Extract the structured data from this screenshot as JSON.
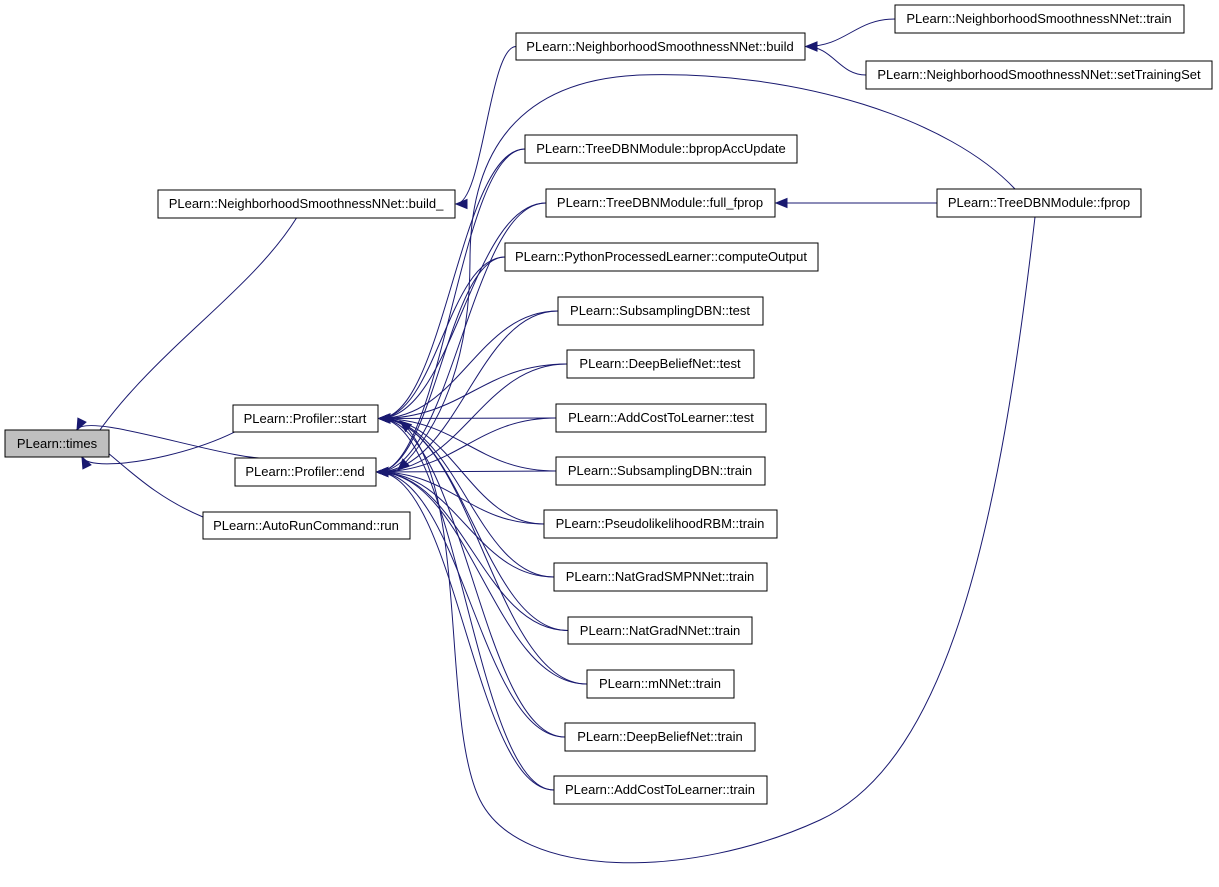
{
  "diagram": {
    "type": "call-graph",
    "nodes": [
      {
        "id": "times",
        "label": "PLearn::times",
        "focus": true
      },
      {
        "id": "build_",
        "label": "PLearn::NeighborhoodSmoothnessNNet::build_"
      },
      {
        "id": "pstart",
        "label": "PLearn::Profiler::start"
      },
      {
        "id": "pend",
        "label": "PLearn::Profiler::end"
      },
      {
        "id": "autorun",
        "label": "PLearn::AutoRunCommand::run"
      },
      {
        "id": "build",
        "label": "PLearn::NeighborhoodSmoothnessNNet::build"
      },
      {
        "id": "nsn_train",
        "label": "PLearn::NeighborhoodSmoothnessNNet::train"
      },
      {
        "id": "nsn_setts",
        "label": "PLearn::NeighborhoodSmoothnessNNet::setTrainingSet"
      },
      {
        "id": "tdbn_bprop",
        "label": "PLearn::TreeDBNModule::bpropAccUpdate"
      },
      {
        "id": "tdbn_full",
        "label": "PLearn::TreeDBNModule::full_fprop"
      },
      {
        "id": "tdbn_fprop",
        "label": "PLearn::TreeDBNModule::fprop"
      },
      {
        "id": "ppl_co",
        "label": "PLearn::PythonProcessedLearner::computeOutput"
      },
      {
        "id": "sdbn_test",
        "label": "PLearn::SubsamplingDBN::test"
      },
      {
        "id": "dbn_test",
        "label": "PLearn::DeepBeliefNet::test"
      },
      {
        "id": "actl_test",
        "label": "PLearn::AddCostToLearner::test"
      },
      {
        "id": "sdbn_train",
        "label": "PLearn::SubsamplingDBN::train"
      },
      {
        "id": "prbm_train",
        "label": "PLearn::PseudolikelihoodRBM::train"
      },
      {
        "id": "ngsmp_train",
        "label": "PLearn::NatGradSMPNNet::train"
      },
      {
        "id": "ngn_train",
        "label": "PLearn::NatGradNNet::train"
      },
      {
        "id": "mnnet_train",
        "label": "PLearn::mNNet::train"
      },
      {
        "id": "dbn_train",
        "label": "PLearn::DeepBeliefNet::train"
      },
      {
        "id": "actl_train",
        "label": "PLearn::AddCostToLearner::train"
      }
    ],
    "edges": [
      {
        "from": "build_",
        "to": "times"
      },
      {
        "from": "pstart",
        "to": "times"
      },
      {
        "from": "pend",
        "to": "times"
      },
      {
        "from": "autorun",
        "to": "times"
      },
      {
        "from": "build",
        "to": "build_"
      },
      {
        "from": "nsn_train",
        "to": "build"
      },
      {
        "from": "nsn_setts",
        "to": "build"
      },
      {
        "from": "tdbn_bprop",
        "to": "pstart"
      },
      {
        "from": "tdbn_full",
        "to": "pstart"
      },
      {
        "from": "tdbn_fprop",
        "to": "pstart"
      },
      {
        "from": "ppl_co",
        "to": "pstart"
      },
      {
        "from": "sdbn_test",
        "to": "pstart"
      },
      {
        "from": "dbn_test",
        "to": "pstart"
      },
      {
        "from": "actl_test",
        "to": "pstart"
      },
      {
        "from": "sdbn_train",
        "to": "pstart"
      },
      {
        "from": "prbm_train",
        "to": "pstart"
      },
      {
        "from": "ngsmp_train",
        "to": "pstart"
      },
      {
        "from": "ngn_train",
        "to": "pstart"
      },
      {
        "from": "mnnet_train",
        "to": "pstart"
      },
      {
        "from": "dbn_train",
        "to": "pstart"
      },
      {
        "from": "actl_train",
        "to": "pstart"
      },
      {
        "from": "tdbn_bprop",
        "to": "pend"
      },
      {
        "from": "tdbn_full",
        "to": "pend"
      },
      {
        "from": "tdbn_fprop",
        "to": "pend"
      },
      {
        "from": "ppl_co",
        "to": "pend"
      },
      {
        "from": "sdbn_test",
        "to": "pend"
      },
      {
        "from": "dbn_test",
        "to": "pend"
      },
      {
        "from": "actl_test",
        "to": "pend"
      },
      {
        "from": "sdbn_train",
        "to": "pend"
      },
      {
        "from": "prbm_train",
        "to": "pend"
      },
      {
        "from": "ngsmp_train",
        "to": "pend"
      },
      {
        "from": "ngn_train",
        "to": "pend"
      },
      {
        "from": "mnnet_train",
        "to": "pend"
      },
      {
        "from": "dbn_train",
        "to": "pend"
      },
      {
        "from": "actl_train",
        "to": "pend"
      },
      {
        "from": "tdbn_fprop",
        "to": "tdbn_full"
      }
    ],
    "colors": {
      "edge": "#191970",
      "focus_fill": "#bfbfbf",
      "node_fill": "#ffffff",
      "node_border": "#000000"
    }
  }
}
